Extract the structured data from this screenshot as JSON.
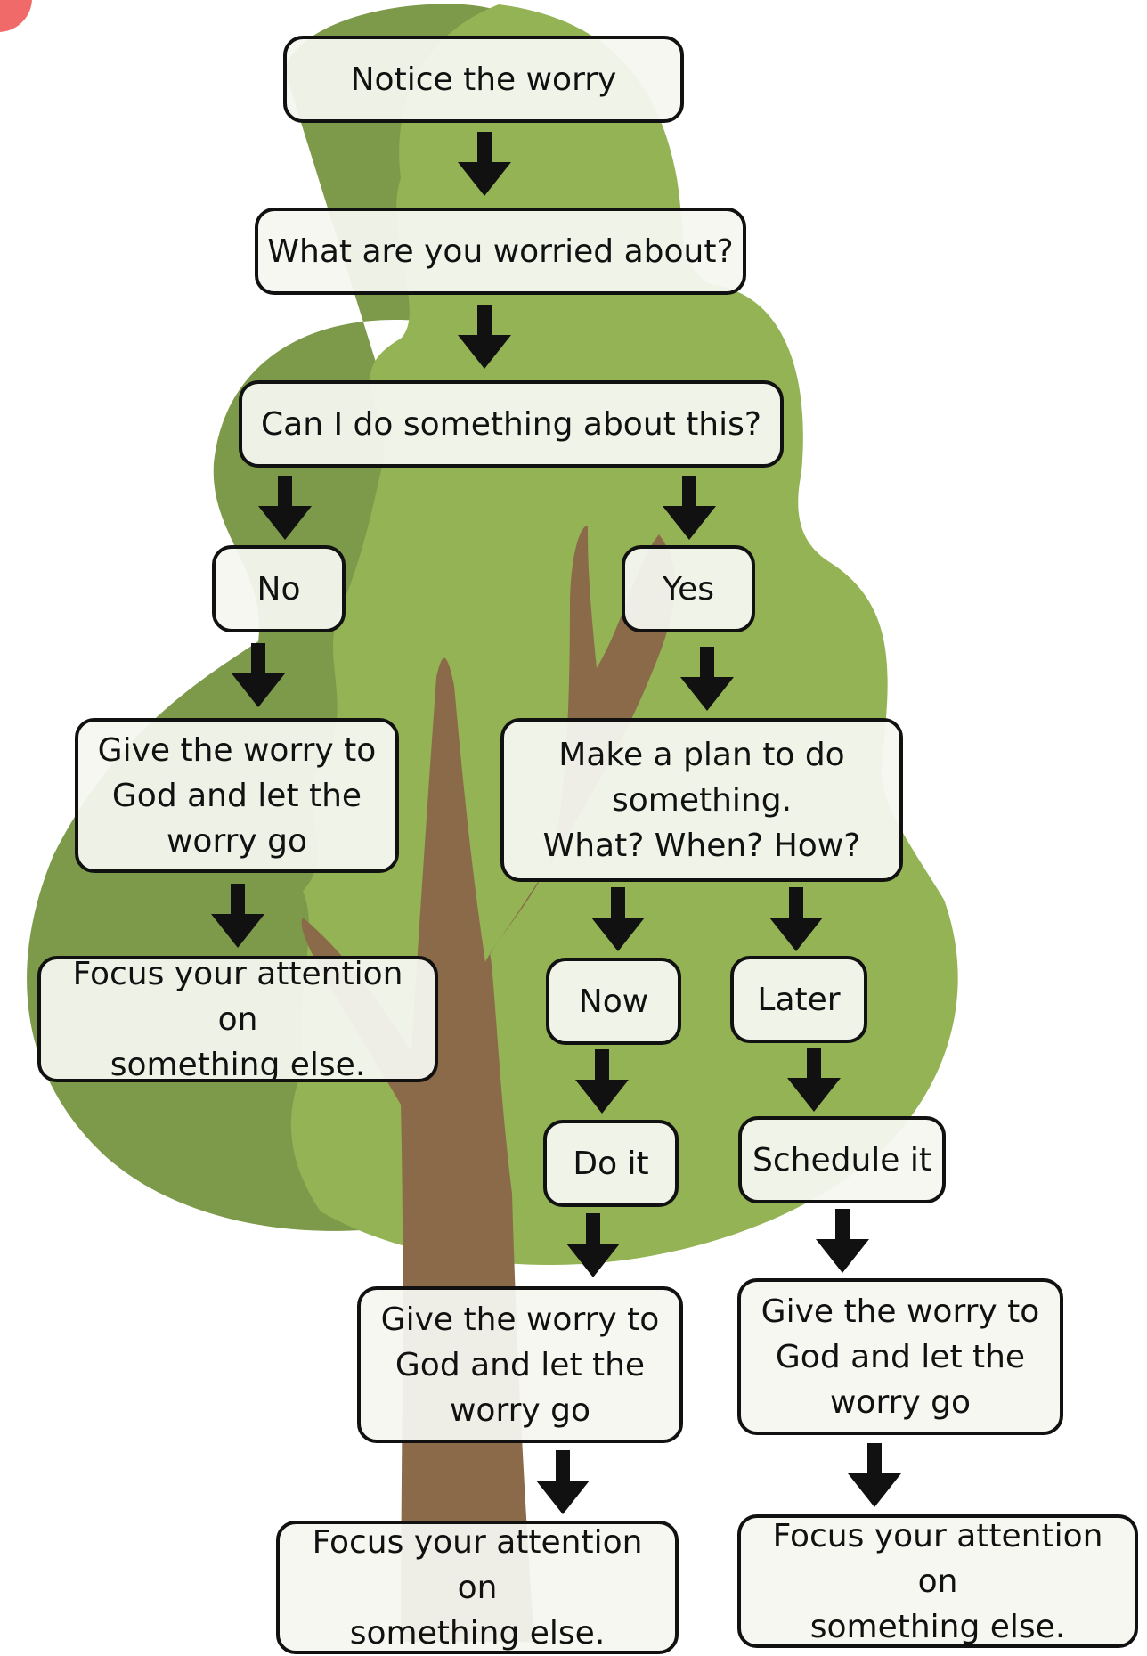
{
  "colors": {
    "tree_dark": "#7c9a4a",
    "tree_light": "#93b354",
    "trunk": "#8b6a4a",
    "box_fill": "#f3f4ee",
    "border": "#111111",
    "badge": "#f06a6a"
  },
  "flowchart": {
    "nodes": {
      "notice": "Notice the worry",
      "what": "What are you worried about?",
      "can": "Can I do something about this?",
      "no": "No",
      "yes": "Yes",
      "give_left": "Give the worry to\nGod and let the\nworry go",
      "plan": "Make a plan to do\nsomething.\nWhat? When? How?",
      "focus_left": "Focus your attention on\nsomething else.",
      "now": "Now",
      "later": "Later",
      "do_it": "Do it",
      "schedule_it": "Schedule it",
      "give_mid": "Give the worry to\nGod and let the\nworry go",
      "give_right": "Give the worry to\nGod and let the\nworry go",
      "focus_mid": "Focus your attention on\nsomething else.",
      "focus_right": "Focus your attention on\nsomething else."
    },
    "edges": [
      [
        "notice",
        "what"
      ],
      [
        "what",
        "can"
      ],
      [
        "can",
        "no"
      ],
      [
        "can",
        "yes"
      ],
      [
        "no",
        "give_left"
      ],
      [
        "give_left",
        "focus_left"
      ],
      [
        "yes",
        "plan"
      ],
      [
        "plan",
        "now"
      ],
      [
        "plan",
        "later"
      ],
      [
        "now",
        "do_it"
      ],
      [
        "later",
        "schedule_it"
      ],
      [
        "do_it",
        "give_mid"
      ],
      [
        "schedule_it",
        "give_right"
      ],
      [
        "give_mid",
        "focus_mid"
      ],
      [
        "give_right",
        "focus_right"
      ]
    ]
  }
}
